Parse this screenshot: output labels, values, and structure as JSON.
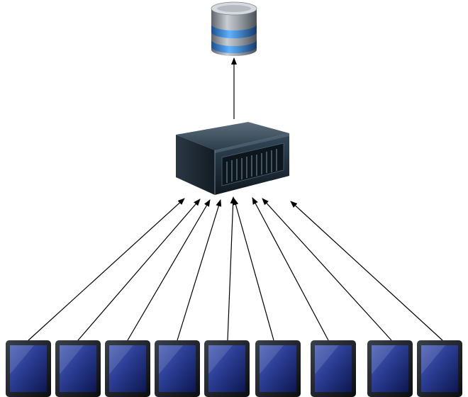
{
  "diagram": {
    "nodes": {
      "database": {
        "icon": "database-icon"
      },
      "server": {
        "icon": "server-rack-icon"
      },
      "clients": [
        {
          "icon": "tablet-icon"
        },
        {
          "icon": "tablet-icon"
        },
        {
          "icon": "tablet-icon"
        },
        {
          "icon": "tablet-icon"
        },
        {
          "icon": "tablet-icon"
        },
        {
          "icon": "tablet-icon"
        },
        {
          "icon": "tablet-icon"
        },
        {
          "icon": "tablet-icon"
        },
        {
          "icon": "tablet-icon"
        }
      ]
    },
    "edges": [
      {
        "from": "server",
        "to": "database"
      },
      {
        "from": "client-1",
        "to": "server"
      },
      {
        "from": "client-2",
        "to": "server"
      },
      {
        "from": "client-3",
        "to": "server"
      },
      {
        "from": "client-4",
        "to": "server"
      },
      {
        "from": "client-5",
        "to": "server"
      },
      {
        "from": "client-6",
        "to": "server"
      },
      {
        "from": "client-7",
        "to": "server"
      },
      {
        "from": "client-8",
        "to": "server"
      },
      {
        "from": "client-9",
        "to": "server"
      }
    ],
    "colors": {
      "line": "#000000",
      "db_body": "#8a9096",
      "db_band": "#2f7fd6",
      "server_dark": "#1a2530",
      "tablet_frame": "#1a1e24",
      "tablet_screen": "#1a2a6e"
    }
  }
}
